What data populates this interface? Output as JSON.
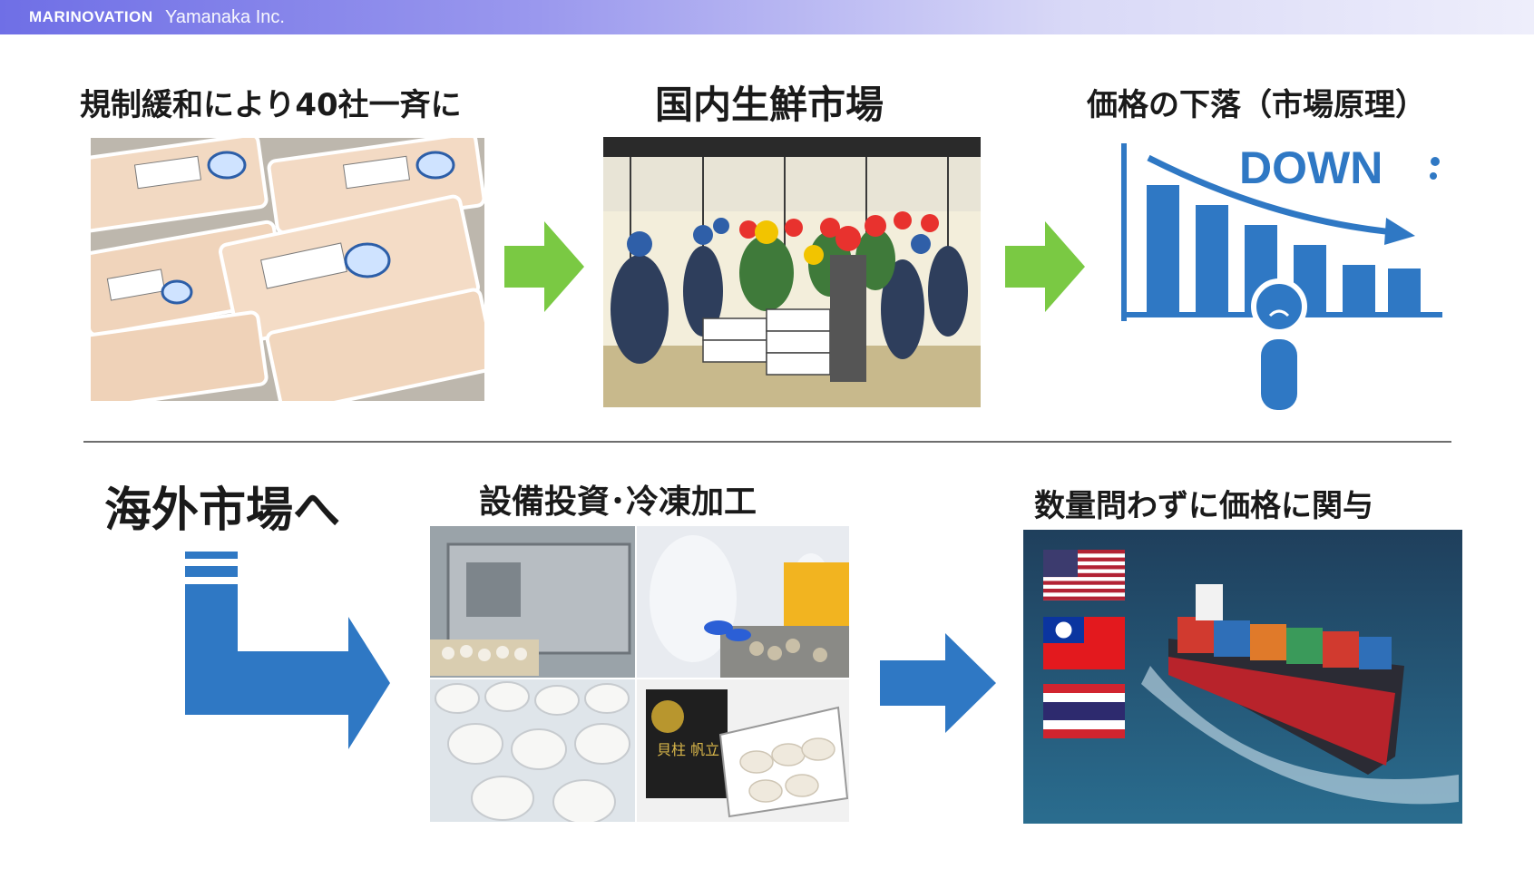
{
  "header": {
    "brand": "MARINOVATION",
    "company": "Yamanaka Inc."
  },
  "top_row": {
    "step1_heading": "規制緩和により40社一斉に",
    "step2_heading": "国内生鮮市場",
    "step3_heading": "価格の下落（市場原理）",
    "down_label": "DOWN"
  },
  "bottom_row": {
    "step1_heading": "海外市場へ",
    "step2_heading": "設備投資･冷凍加工",
    "step3_heading": "数量問わずに価格に関与",
    "package_label": "貝柱 帆立"
  },
  "colors": {
    "header_start": "#6f6fe6",
    "header_end": "#eeeefb",
    "arrow_green": "#7ac943",
    "arrow_blue": "#2f78c4",
    "chart_blue": "#2f78c4"
  },
  "icons": {
    "down_chart": "declining-bar-chart-icon",
    "flags": [
      "us-flag-icon",
      "taiwan-flag-icon",
      "thailand-flag-icon"
    ]
  }
}
